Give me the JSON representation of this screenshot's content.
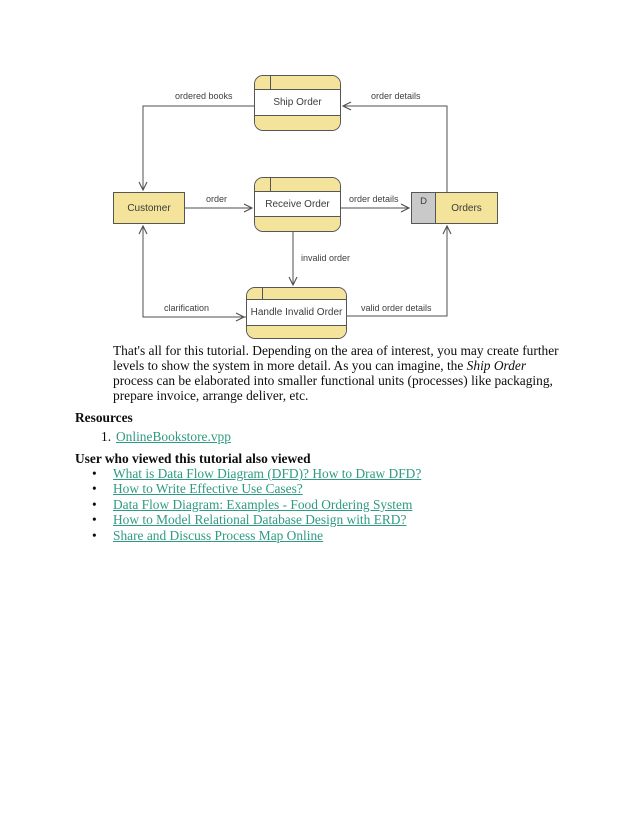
{
  "diagram": {
    "entities": {
      "customer": "Customer"
    },
    "processes": {
      "ship_order": "Ship Order",
      "receive_order": "Receive Order",
      "handle_invalid_order": "Handle Invalid Order"
    },
    "datastore": {
      "id": "D",
      "label": "Orders"
    },
    "flows": {
      "ordered_books": "ordered books",
      "order_details_top": "order details",
      "order": "order",
      "order_details_mid": "order details",
      "invalid_order": "invalid order",
      "clarification": "clarification",
      "valid_order_details": "valid order details"
    },
    "colors": {
      "shape_fill": "#f3e39b",
      "datastore_id_fill": "#c9c9c9",
      "border": "#565656",
      "line": "#4f4f4f"
    }
  },
  "tutorial": {
    "text_before": "That's all for this tutorial. Depending on the area of interest, you may create further levels to show the system in more detail. As you can imagine, the ",
    "text_italic": "Ship Order",
    "text_after": " process can be elaborated into smaller functional units (processes) like packaging, prepare invoice, arrange deliver, etc."
  },
  "resources": {
    "heading": "Resources",
    "items": [
      {
        "number": "1.",
        "label": "OnlineBookstore.vpp"
      }
    ]
  },
  "related": {
    "heading": "User who viewed this tutorial also viewed",
    "link_color": "#2e9b81",
    "links": [
      "What is Data Flow Diagram (DFD)? How to Draw DFD?",
      "How to Write Effective Use Cases?",
      "Data Flow Diagram: Examples - Food Ordering System",
      "How to Model Relational Database Design with ERD?",
      "Share and Discuss Process Map Online"
    ]
  }
}
